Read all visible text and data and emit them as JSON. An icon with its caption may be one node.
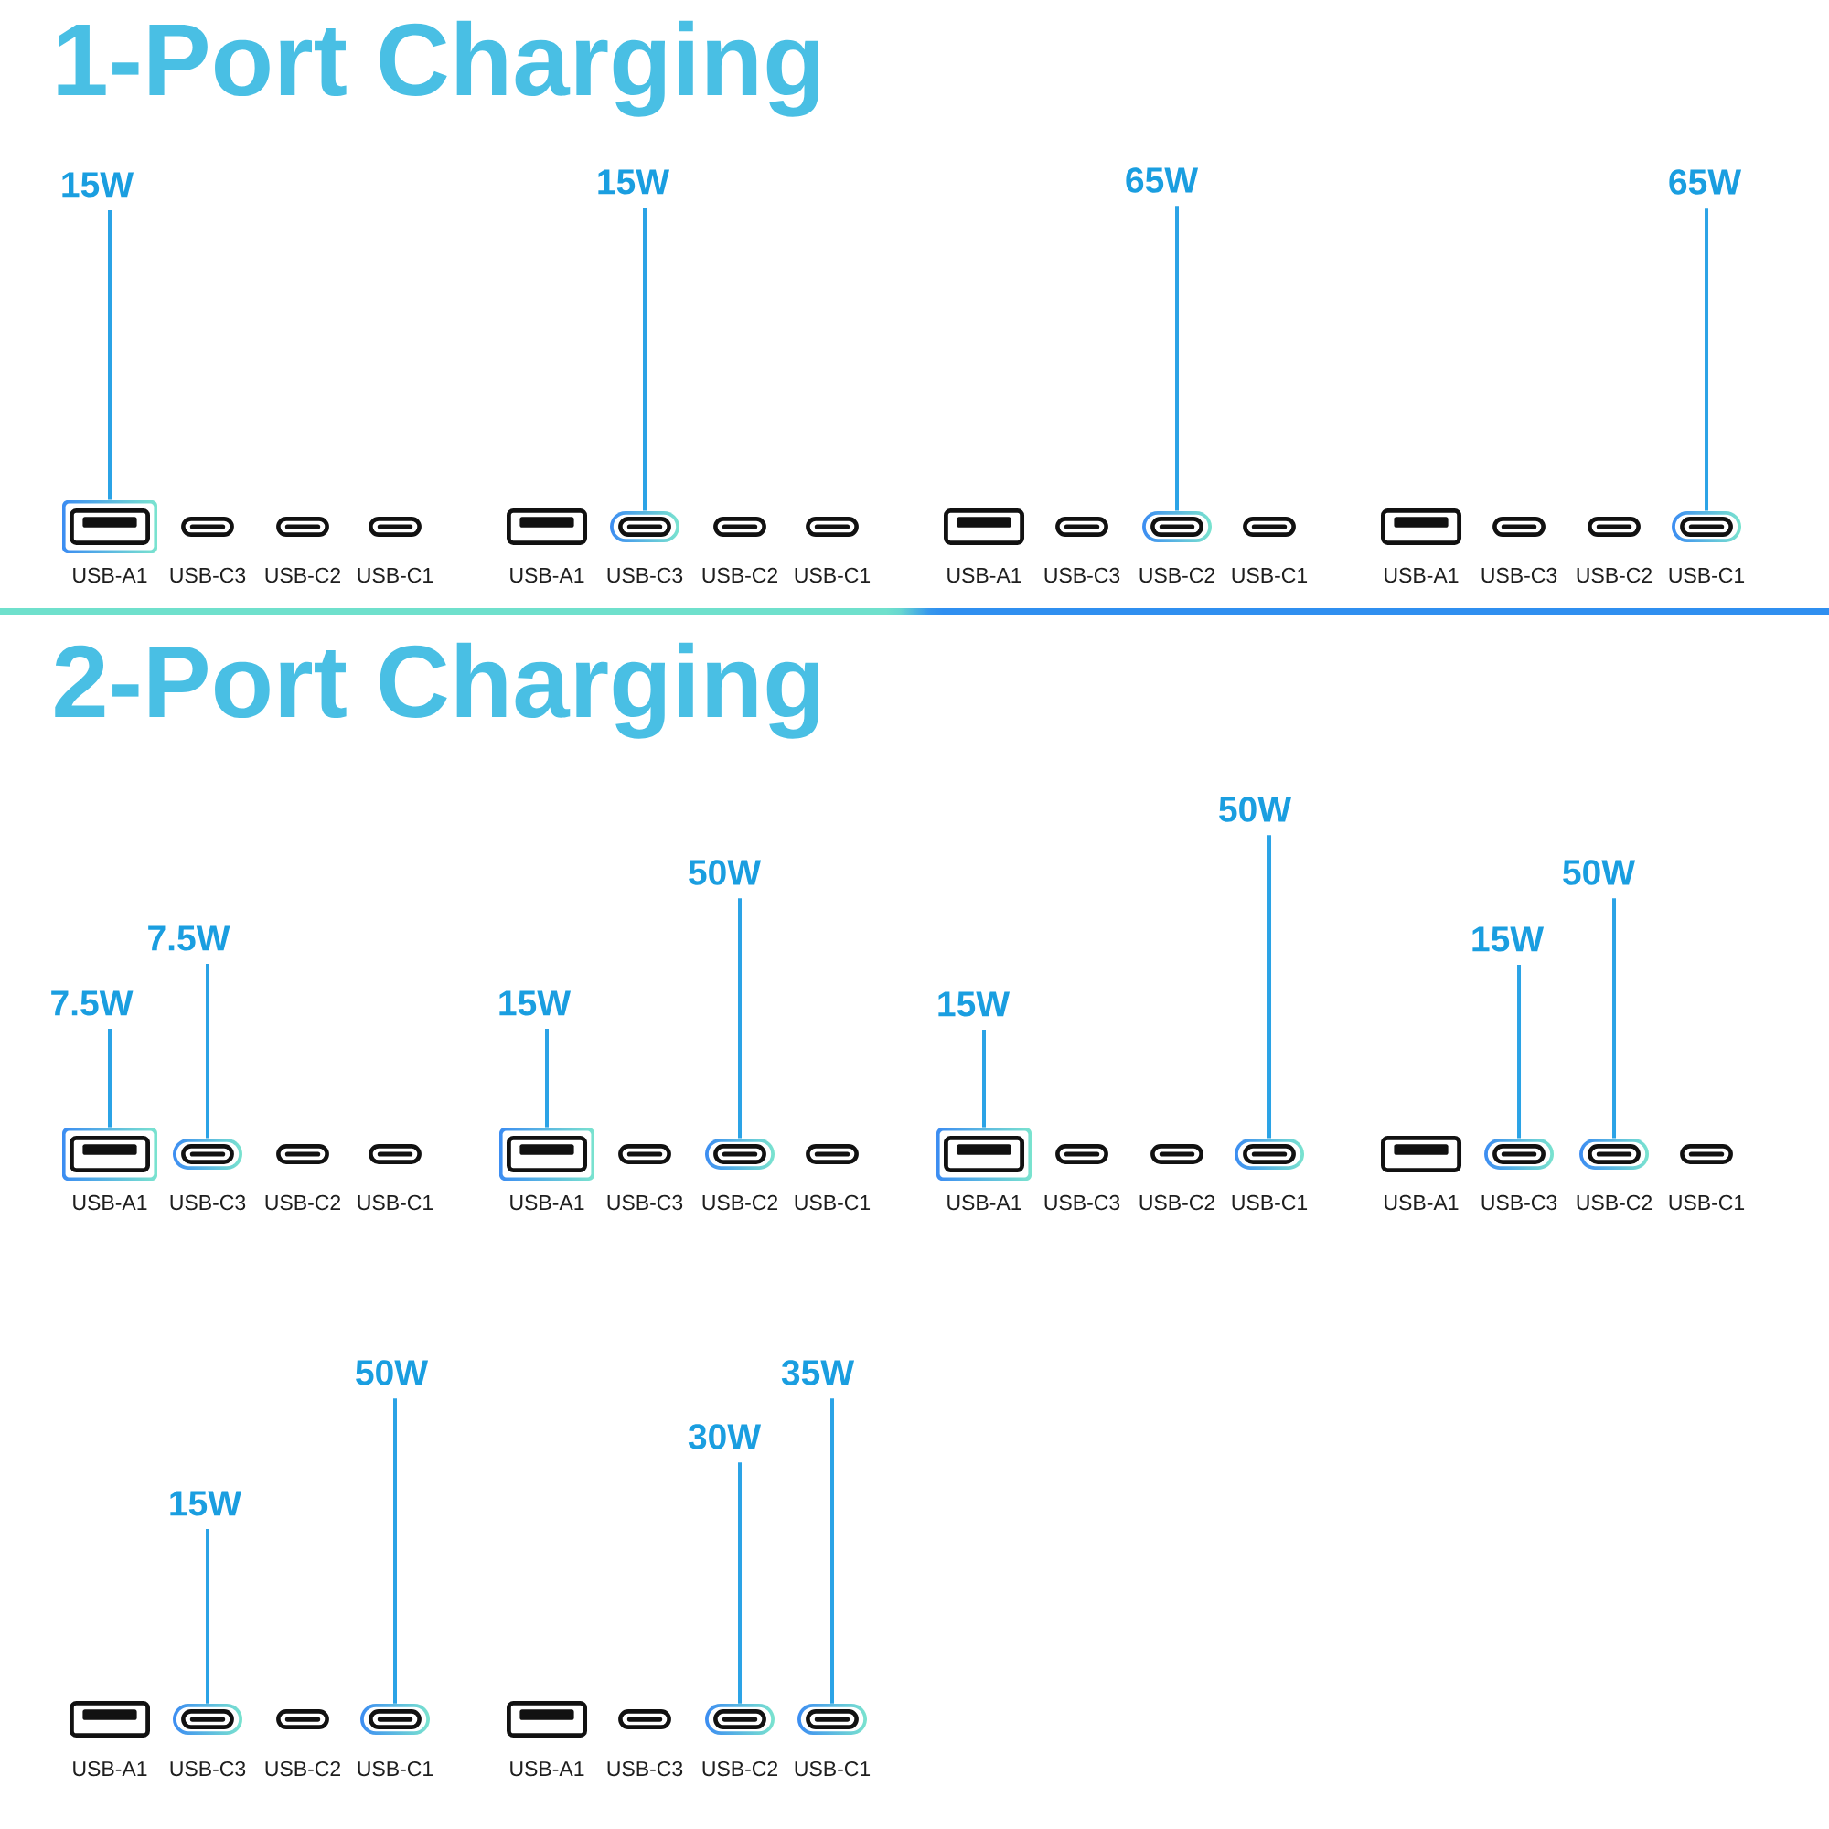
{
  "diagram": {
    "nodes": [
      {
        "text": [
          "15W"
        ]
      },
      {
        "text": [],
        "shape": "box",
        "beside": [
          "USB-A1"
        ]
      },
      {
        "text": [],
        "shape": "pill",
        "beside": [
          "USB-C3"
        ]
      },
      {
        "text": [],
        "shape": "pill",
        "beside": [
          "USB-C2"
        ]
      },
      {
        "text": [],
        "shape": "pill",
        "beside": [
          "USB-C1"
        ]
      },
      {
        "text": [
          "15W"
        ]
      },
      {
        "text": [],
        "shape": "box",
        "beside": [
          "USB-A1"
        ]
      },
      {
        "text": [],
        "shape": "pill",
        "beside": [
          "USB-C3"
        ]
      },
      {
        "text": [],
        "shape": "pill",
        "beside": [
          "USB-C2"
        ]
      },
      {
        "text": [],
        "shape": "pill",
        "beside": [
          "USB-C1"
        ]
      },
      {
        "text": [
          "65W"
        ]
      },
      {
        "text": [],
        "shape": "box",
        "beside": [
          "USB-A1"
        ]
      },
      {
        "text": [],
        "shape": "pill",
        "beside": [
          "USB-C3"
        ]
      },
      {
        "text": [],
        "shape": "pill",
        "beside": [
          "USB-C2"
        ]
      },
      {
        "text": [],
        "shape": "pill",
        "beside": [
          "USB-C1"
        ]
      },
      {
        "text": [
          "65W"
        ]
      },
      {
        "text": [],
        "shape": "box",
        "beside": [
          "USB-A1"
        ]
      },
      {
        "text": [],
        "shape": "pill",
        "beside": [
          "USB-C3"
        ]
      },
      {
        "text": [],
        "shape": "pill",
        "beside": [
          "USB-C2"
        ]
      },
      {
        "text": [],
        "shape": "pill",
        "beside": [
          "USB-C1"
        ]
      },
      {
        "text": [
          "7.5W"
        ]
      },
      {
        "text": [
          "7.5W"
        ]
      },
      {
        "text": [],
        "shape": "box",
        "beside": [
          "USB-A1"
        ]
      },
      {
        "text": [],
        "shape": "pill",
        "beside": [
          "USB-C3"
        ]
      },
      {
        "text": [],
        "shape": "pill",
        "beside": [
          "USB-C2"
        ]
      },
      {
        "text": [],
        "shape": "pill",
        "beside": [
          "USB-C1"
        ]
      },
      {
        "text": [
          "15W"
        ]
      },
      {
        "text": [
          "50W"
        ]
      },
      {
        "text": [],
        "shape": "box",
        "beside": [
          "USB-A1"
        ]
      },
      {
        "text": [],
        "shape": "pill",
        "beside": [
          "USB-C3"
        ]
      },
      {
        "text": [],
        "shape": "pill",
        "beside": [
          "USB-C2"
        ]
      },
      {
        "text": [],
        "shape": "pill",
        "beside": [
          "USB-C1"
        ]
      },
      {
        "text": [
          "15W"
        ]
      },
      {
        "text": [
          "50W"
        ]
      },
      {
        "text": [],
        "shape": "box",
        "beside": [
          "USB-A1"
        ]
      },
      {
        "text": [],
        "shape": "pill",
        "beside": [
          "USB-C3"
        ]
      },
      {
        "text": [],
        "shape": "pill",
        "beside": [
          "USB-C2"
        ]
      },
      {
        "text": [],
        "shape": "pill",
        "beside": [
          "USB-C1"
        ]
      },
      {
        "text": [
          "15W"
        ]
      },
      {
        "text": [
          "50W"
        ]
      },
      {
        "text": [],
        "shape": "box",
        "beside": [
          "USB-A1"
        ]
      },
      {
        "text": [],
        "shape": "pill",
        "beside": [
          "USB-C3"
        ]
      },
      {
        "text": [],
        "shape": "pill",
        "beside": [
          "USB-C2"
        ]
      },
      {
        "text": [],
        "shape": "pill",
        "beside": [
          "USB-C1"
        ]
      },
      {
        "text": [
          "15W"
        ]
      },
      {
        "text": [
          "50W"
        ]
      },
      {
        "text": [],
        "shape": "box",
        "beside": [
          "USB-A1"
        ]
      },
      {
        "text": [],
        "shape": "pill",
        "beside": [
          "USB-C3"
        ]
      },
      {
        "text": [],
        "shape": "pill",
        "beside": [
          "USB-C2"
        ]
      },
      {
        "text": [],
        "shape": "pill",
        "beside": [
          "USB-C1"
        ]
      },
      {
        "text": [
          "30W"
        ]
      },
      {
        "text": [
          "35W"
        ]
      },
      {
        "text": [],
        "shape": "box",
        "beside": [
          "USB-A1"
        ]
      },
      {
        "text": [],
        "shape": "pill",
        "beside": [
          "USB-C3"
        ]
      },
      {
        "text": [],
        "shape": "pill",
        "beside": [
          "USB-C2"
        ]
      },
      {
        "text": [],
        "shape": "pill",
        "beside": [
          "USB-C1"
        ]
      }
    ],
    "edges": [
      {
        "from": 0,
        "to": 1,
        "arrow": "none"
      },
      {
        "from": 5,
        "to": 7,
        "arrow": "none"
      },
      {
        "from": 10,
        "to": 13,
        "arrow": "none"
      },
      {
        "from": 15,
        "to": 19,
        "arrow": "none"
      },
      {
        "from": 20,
        "to": 22,
        "arrow": "none"
      },
      {
        "from": 21,
        "to": 23,
        "arrow": "none"
      },
      {
        "from": 26,
        "to": 28,
        "arrow": "none"
      },
      {
        "from": 27,
        "to": 30,
        "arrow": "none"
      },
      {
        "from": 32,
        "to": 34,
        "arrow": "none"
      },
      {
        "from": 33,
        "to": 37,
        "arrow": "none"
      },
      {
        "from": 38,
        "to": 41,
        "arrow": "none"
      },
      {
        "from": 39,
        "to": 42,
        "arrow": "none"
      },
      {
        "from": 44,
        "to": 47,
        "arrow": "none"
      },
      {
        "from": 45,
        "to": 49,
        "arrow": "none"
      },
      {
        "from": 50,
        "to": 54,
        "arrow": "none"
      },
      {
        "from": 51,
        "to": 55,
        "arrow": "none"
      }
    ],
    "labels": [
      "1-Port Charging",
      "2-Port Charging"
    ]
  }
}
